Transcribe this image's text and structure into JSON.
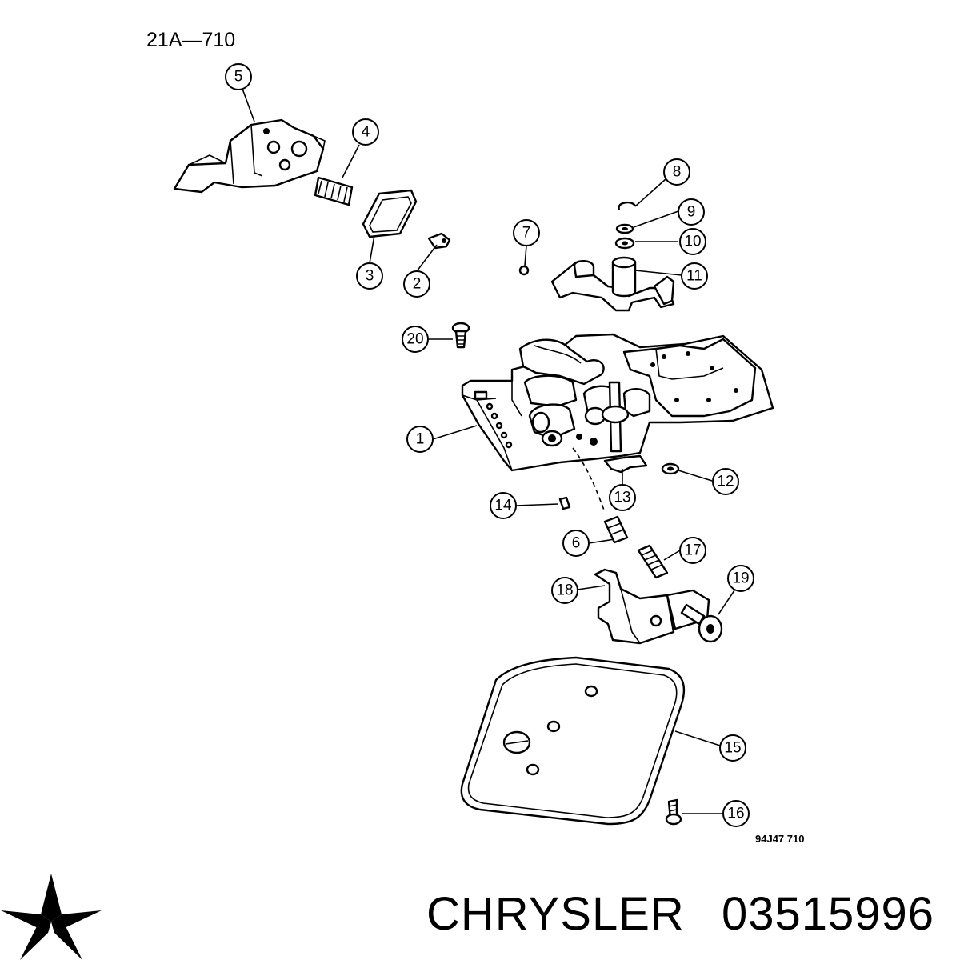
{
  "diagram": {
    "group_code": "21A—710",
    "figure_ref": "94J47  710",
    "callouts": [
      "1",
      "2",
      "3",
      "4",
      "5",
      "6",
      "7",
      "8",
      "9",
      "10",
      "11",
      "12",
      "13",
      "14",
      "15",
      "16",
      "17",
      "18",
      "19",
      "20"
    ]
  },
  "footer": {
    "brand": "CHRYSLER",
    "part_number": "03515996",
    "logo_icon": "pentastar-logo-icon"
  }
}
